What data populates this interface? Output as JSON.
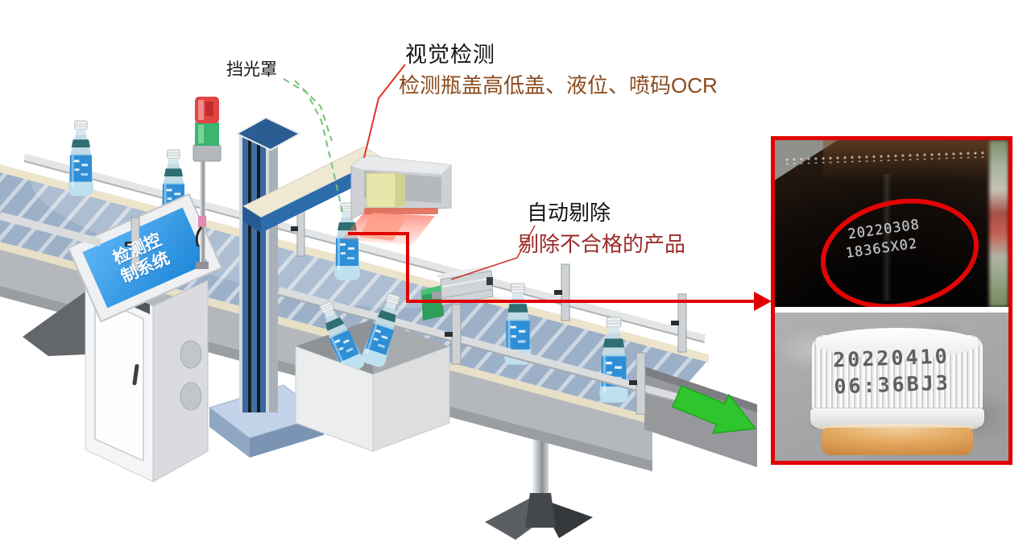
{
  "annotations": {
    "light_shield_label": "挡光罩",
    "vision_inspection": {
      "title": "视觉检测",
      "description": "检测瓶盖高低盖、液位、喷码OCR"
    },
    "auto_reject": {
      "title": "自动剔除",
      "description": "剔除不合格的产品"
    }
  },
  "control_station": {
    "screen_label": "检测控制系统"
  },
  "inset_photos": {
    "bottle_body_code": {
      "line1": "20220308",
      "line2": "1836SX02"
    },
    "bottle_cap_code": {
      "line1": "20220410",
      "line2": "06:36BJ3"
    }
  },
  "colors": {
    "callout_red": "#e10000",
    "vision_text_brown": "#8a4a1e",
    "reject_text_red": "#9c2a28",
    "arrow_green": "#2fc52f",
    "screen_blue": "#2f9ae8",
    "tower_red": "#e24444",
    "tower_green": "#3cb56e",
    "column_blue": "#3a699f",
    "belt_blue_gray": "#9cb0c8"
  }
}
